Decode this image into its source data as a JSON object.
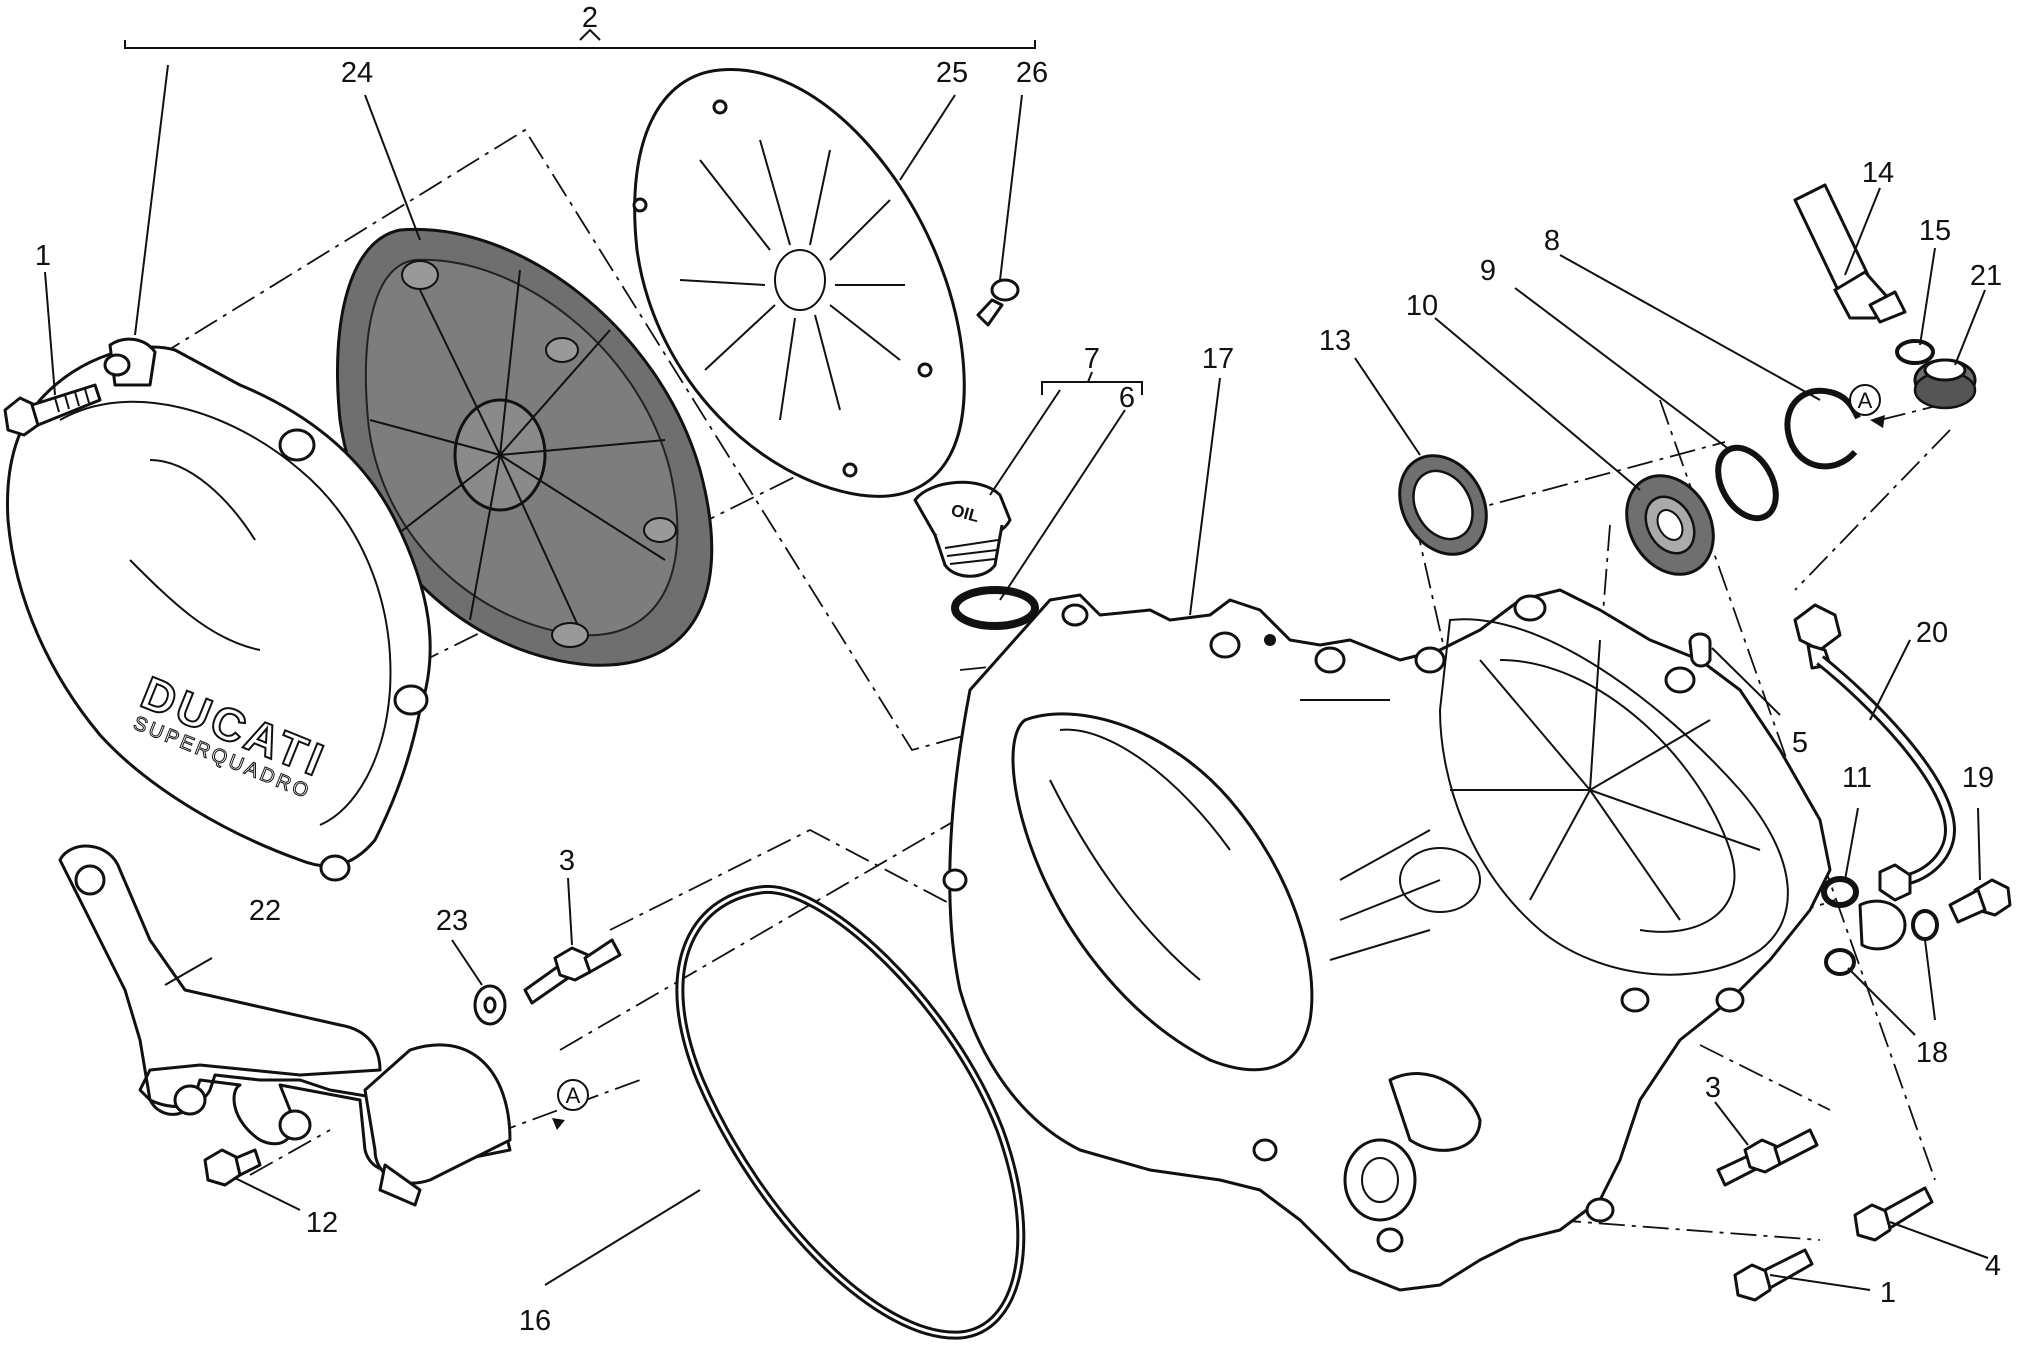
{
  "callouts": {
    "c1a": "1",
    "c1b": "1",
    "c2": "2",
    "c3a": "3",
    "c3b": "3",
    "c4": "4",
    "c5": "5",
    "c6": "6",
    "c7": "7",
    "c8": "8",
    "c9": "9",
    "c10": "10",
    "c11": "11",
    "c12": "12",
    "c13": "13",
    "c14": "14",
    "c15": "15",
    "c16": "16",
    "c17": "17",
    "c18": "18",
    "c19": "19",
    "c20": "20",
    "c21": "21",
    "c22": "22",
    "c23": "23",
    "c24": "24",
    "c25": "25",
    "c26": "26"
  },
  "markers": {
    "a1": "A",
    "a2": "A"
  },
  "cover": {
    "brand": "DUCATI",
    "model": "SUPERQUADRO"
  },
  "cap": {
    "label": "OIL"
  },
  "colors": {
    "line": "#111111",
    "gasket": "#6f6f6f",
    "background": "#ffffff"
  }
}
